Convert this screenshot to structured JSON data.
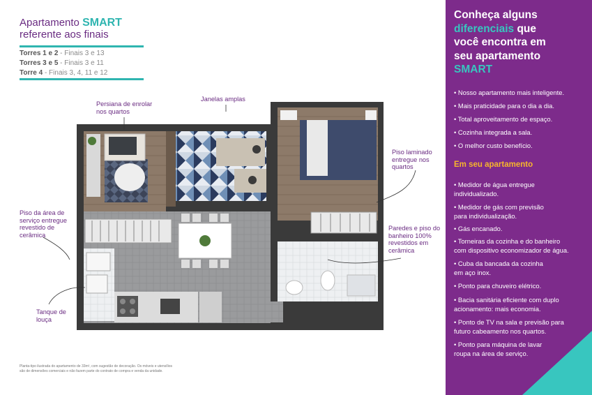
{
  "header": {
    "title_prefix": "Apartamento ",
    "title_brand": "SMART",
    "subtitle": "referente aos finais",
    "towers": [
      {
        "label": "Torres 1 e 2",
        "finals": " - Finais 3 e 13"
      },
      {
        "label": "Torres 3 e 5",
        "finals": " - Finais 3 e 11"
      },
      {
        "label": "Torre 4",
        "finals": " - Finais 3, 4, 11 e 12"
      }
    ]
  },
  "callouts": {
    "persiana": [
      "Persiana de enrolar",
      "nos quartos"
    ],
    "janelas": [
      "Janelas amplas"
    ],
    "piso_laminado": [
      "Piso laminado",
      "entregue nos",
      "quartos"
    ],
    "piso_servico": [
      "Piso da área de",
      "serviço entregue",
      "revestido de",
      "cerâmica"
    ],
    "paredes_banheiro": [
      "Paredes e piso do",
      "banheiro 100%",
      "revestidos em",
      "cerâmica"
    ],
    "tanque": [
      "Tanque de",
      "louça"
    ]
  },
  "disclaimer": {
    "line1": "Planta-tipo ilustrada do apartamento de 33m², com sugestão de decoração. Os móveis e utensílios",
    "line2": "são de dimensões comerciais e não fazem parte do contrato de compra e venda da unidade."
  },
  "panel": {
    "title_lines": [
      "Conheça alguns",
      "diferenciais",
      " que",
      "você encontra em",
      "seu apartamento",
      "SMART"
    ],
    "features_1": [
      [
        "• Nosso apartamento mais inteligente."
      ],
      [
        "• Mais praticidade para o dia a dia."
      ],
      [
        "• Total aproveitamento de espaço."
      ],
      [
        "• Cozinha integrada a sala."
      ],
      [
        "• O melhor custo benefício."
      ]
    ],
    "subtitle": "Em seu apartamento",
    "features_2": [
      [
        "• Medidor de água entregue",
        "individualizado."
      ],
      [
        "• Medidor de gás com previsão",
        "para individualização."
      ],
      [
        "• Gás encanado."
      ],
      [
        "• Torneiras da cozinha e do banheiro",
        "com dispositivo economizador de água."
      ],
      [
        "• Cuba da bancada da cozinha",
        "em aço inox."
      ],
      [
        "• Ponto para chuveiro elétrico."
      ],
      [
        "• Bacia sanitária eficiente com duplo",
        "acionamento: mais economia."
      ],
      [
        "• Ponto de TV na sala e previsão para",
        "futuro cabeamento nos quartos."
      ],
      [
        "• Ponto para máquina de lavar",
        "roupa na área de serviço."
      ]
    ],
    "colors": {
      "background": "#7d2b8b",
      "accent": "#38c6bf",
      "highlight": "#f7b52c"
    }
  }
}
